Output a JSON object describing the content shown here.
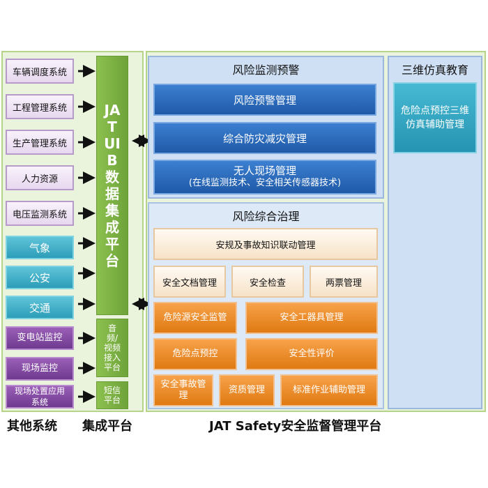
{
  "left_systems": [
    {
      "label": "车辆调度系统"
    },
    {
      "label": "工程管理系统"
    },
    {
      "label": "生产管理系统"
    },
    {
      "label": "人力资源"
    },
    {
      "label": "电压监测系统"
    },
    {
      "label": "气象"
    },
    {
      "label": "公安"
    },
    {
      "label": "交通"
    },
    {
      "label": "变电站监控"
    },
    {
      "label": "现场监控"
    },
    {
      "label": "现场处置应用系统"
    }
  ],
  "platform": {
    "main_label": "JAT UIB 数据集成平台",
    "av_label": "音频/视频接入平台",
    "sms_label": "短信平台"
  },
  "risk_monitor": {
    "title": "风险监测预警",
    "items": [
      {
        "label": "风险预警管理"
      },
      {
        "label": "综合防灾减灾管理"
      }
    ],
    "unmanned": {
      "line1": "无人现场管理",
      "line2": "(在线监测技术、安全相关传感器技术)"
    }
  },
  "risk_govern": {
    "title": "风险综合治理",
    "top": "安规及事故知识联动管理",
    "row1": [
      "安全文档管理",
      "安全检查",
      "两票管理"
    ],
    "row2": [
      "危险源安全监管",
      "安全工器具管理"
    ],
    "row3": [
      "危险点预控",
      "安全性评价"
    ],
    "row4": [
      "安全事故管理",
      "资质管理",
      "标准作业辅助管理"
    ]
  },
  "sim": {
    "title": "三维仿真教育",
    "box": "危险点预控三维仿真辅助管理"
  },
  "footer": {
    "left": "其他系统",
    "middle": "集成平台",
    "right": "JAT Safety安全监督管理平台"
  }
}
